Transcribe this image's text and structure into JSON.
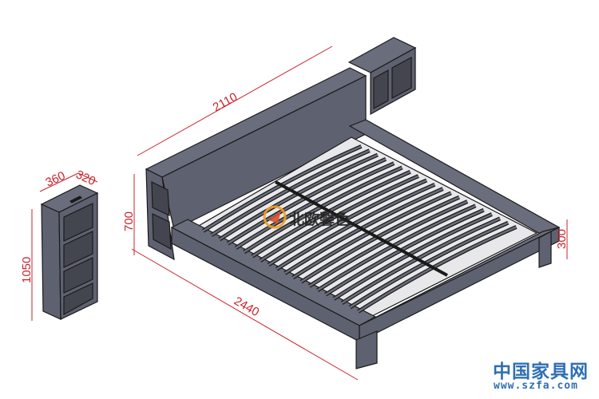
{
  "dimensions": {
    "headboard_length": "2110",
    "bed_length": "2440",
    "headboard_height": "700",
    "frame_height": "300",
    "shelf_height": "1050",
    "shelf_width": "360",
    "shelf_depth": "320"
  },
  "watermark": {
    "logo_text": "北欧馨色"
  },
  "site": {
    "name_cn": "中国家具网",
    "url": "www.szfa.com"
  },
  "colors": {
    "body": "#5e6170",
    "outline": "#1a1a1a",
    "dimension": "#c8232c",
    "site": "#2f6fb3"
  }
}
